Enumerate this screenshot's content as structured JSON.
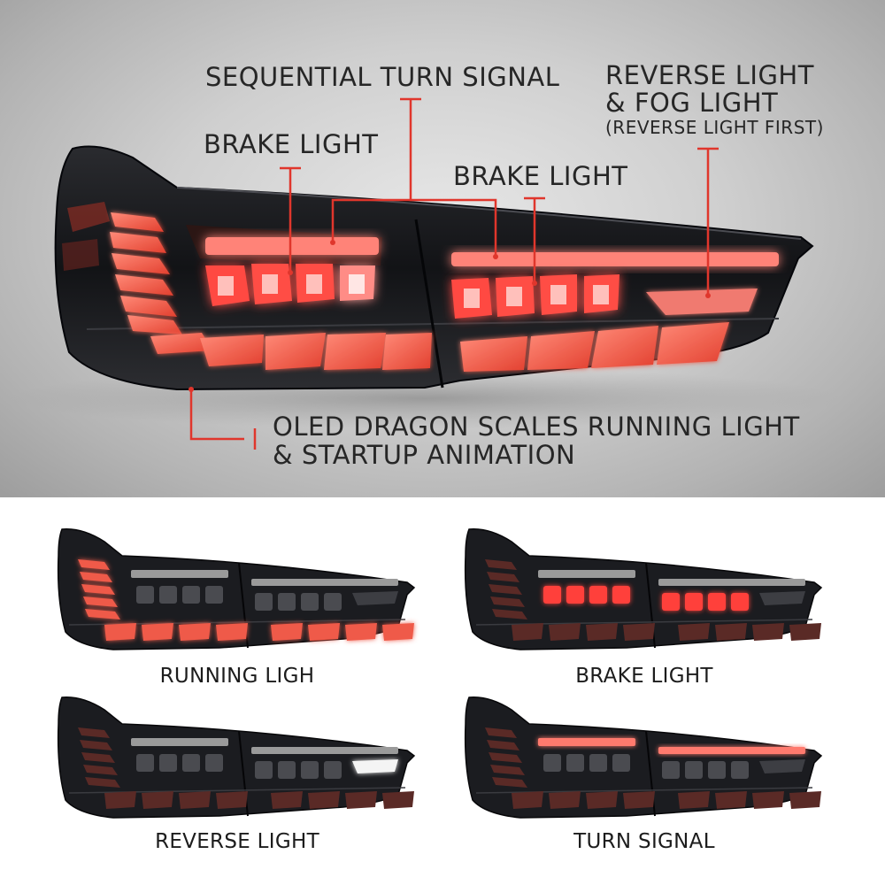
{
  "callouts": {
    "sequential_turn_signal": "SEQUENTIAL TURN SIGNAL",
    "brake_light_left": "BRAKE LIGHT",
    "brake_light_right": "BRAKE LIGHT",
    "reverse_fog_line1": "REVERSE LIGHT",
    "reverse_fog_line2": "& FOG LIGHT",
    "reverse_fog_note": "(REVERSE LIGHT FIRST)",
    "oled_line1": "OLED DRAGON SCALES RUNNING LIGHT",
    "oled_line2": "& STARTUP ANIMATION"
  },
  "variants": [
    {
      "label": "RUNNING LIGH",
      "active": "running"
    },
    {
      "label": "BRAKE LIGHT",
      "active": "brake"
    },
    {
      "label": "REVERSE LIGHT",
      "active": "reverse"
    },
    {
      "label": "TURN SIGNAL",
      "active": "turn"
    }
  ],
  "colors": {
    "accent_red": "#e0362c",
    "lamp_red": "#ff5a52",
    "scale_red": "#ef5a48",
    "housing": "#17181b",
    "text": "#262626"
  }
}
